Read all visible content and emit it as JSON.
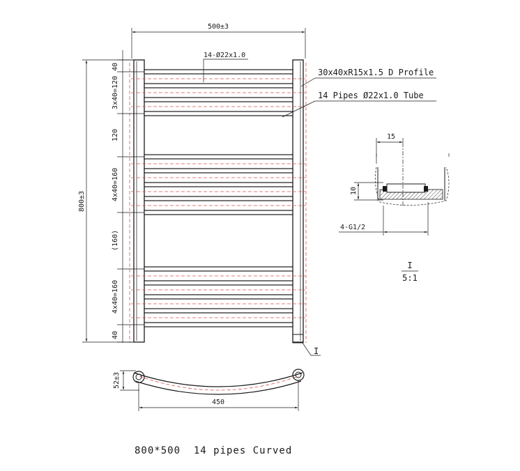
{
  "drawing": {
    "overall_width": "500±3",
    "overall_height": "800±3",
    "tube_spec": "14-Ø22x1.0",
    "profile_label": "30x40xR15x1.5 D Profile",
    "pipes_label": "14 Pipes Ø22x1.0 Tube",
    "vertical_dims": [
      "40",
      "3x40=120",
      "120",
      "4x40=160",
      "(160)",
      "4x40=160",
      "40"
    ],
    "detail": {
      "width": "15",
      "height": "10",
      "thread": "4-G1/2",
      "marker": "I",
      "scale_top": "I",
      "scale_bottom": "5:1"
    },
    "side_view": {
      "depth": "52±3",
      "centers": "450"
    },
    "caption": "800*500  14 pipes Curved"
  }
}
